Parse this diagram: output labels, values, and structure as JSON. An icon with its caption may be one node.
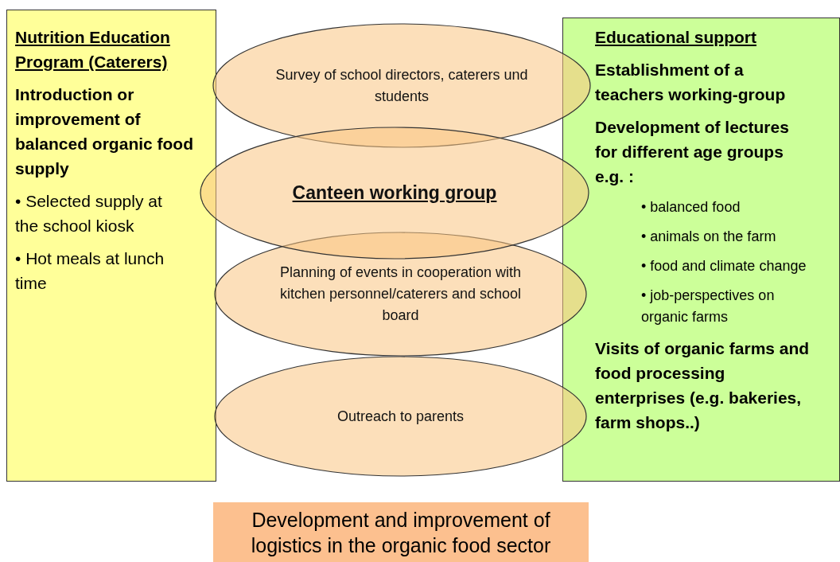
{
  "diagram": {
    "nodes": [
      {
        "text": [
          "Nutrition Education Program (Caterers)",
          "Introduction or improvement of balanced organic food supply",
          "• Selected supply at the school kiosk",
          "• Hot meals at lunch time"
        ]
      },
      {
        "text": [
          "Survey of school directors, caterers und students"
        ]
      },
      {
        "text": [
          "Canteen working group"
        ]
      },
      {
        "text": [
          "Planning of events in cooperation with kitchen personnel/caterers and school board"
        ]
      },
      {
        "text": [
          "Outreach to parents"
        ]
      },
      {
        "text": [
          "Educational support",
          "Establishment of a teachers working-group",
          "Development of lectures for different age groups e.g. :",
          "• balanced food",
          "• animals on the farm",
          "• food and climate change",
          "• job-perspectives on organic farms",
          "Visits of organic farms and food processing enterprises (e.g. bakeries, farm shops..)"
        ]
      },
      {
        "text": [
          "Development and improvement of logistics in the organic food sector"
        ]
      }
    ]
  }
}
